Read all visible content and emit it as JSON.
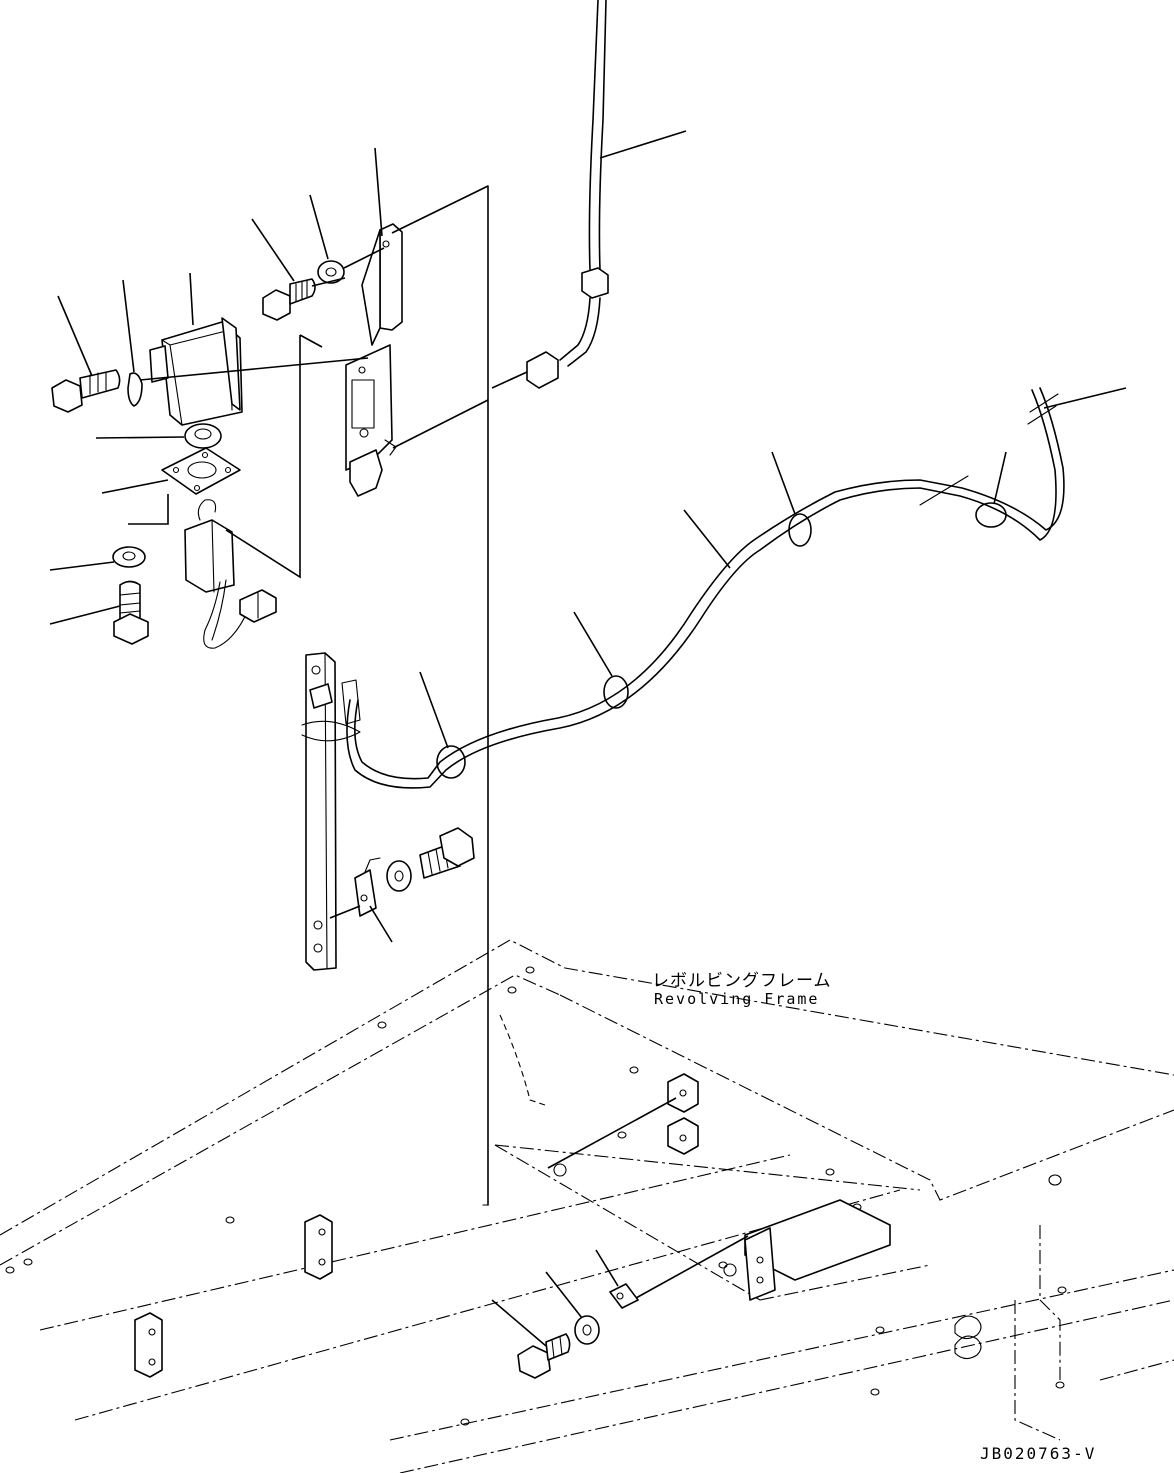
{
  "labels": {
    "frame_jp": "レボルビングフレーム",
    "frame_en": "Revolving Frame"
  },
  "document": {
    "code": "JB020763-V"
  }
}
